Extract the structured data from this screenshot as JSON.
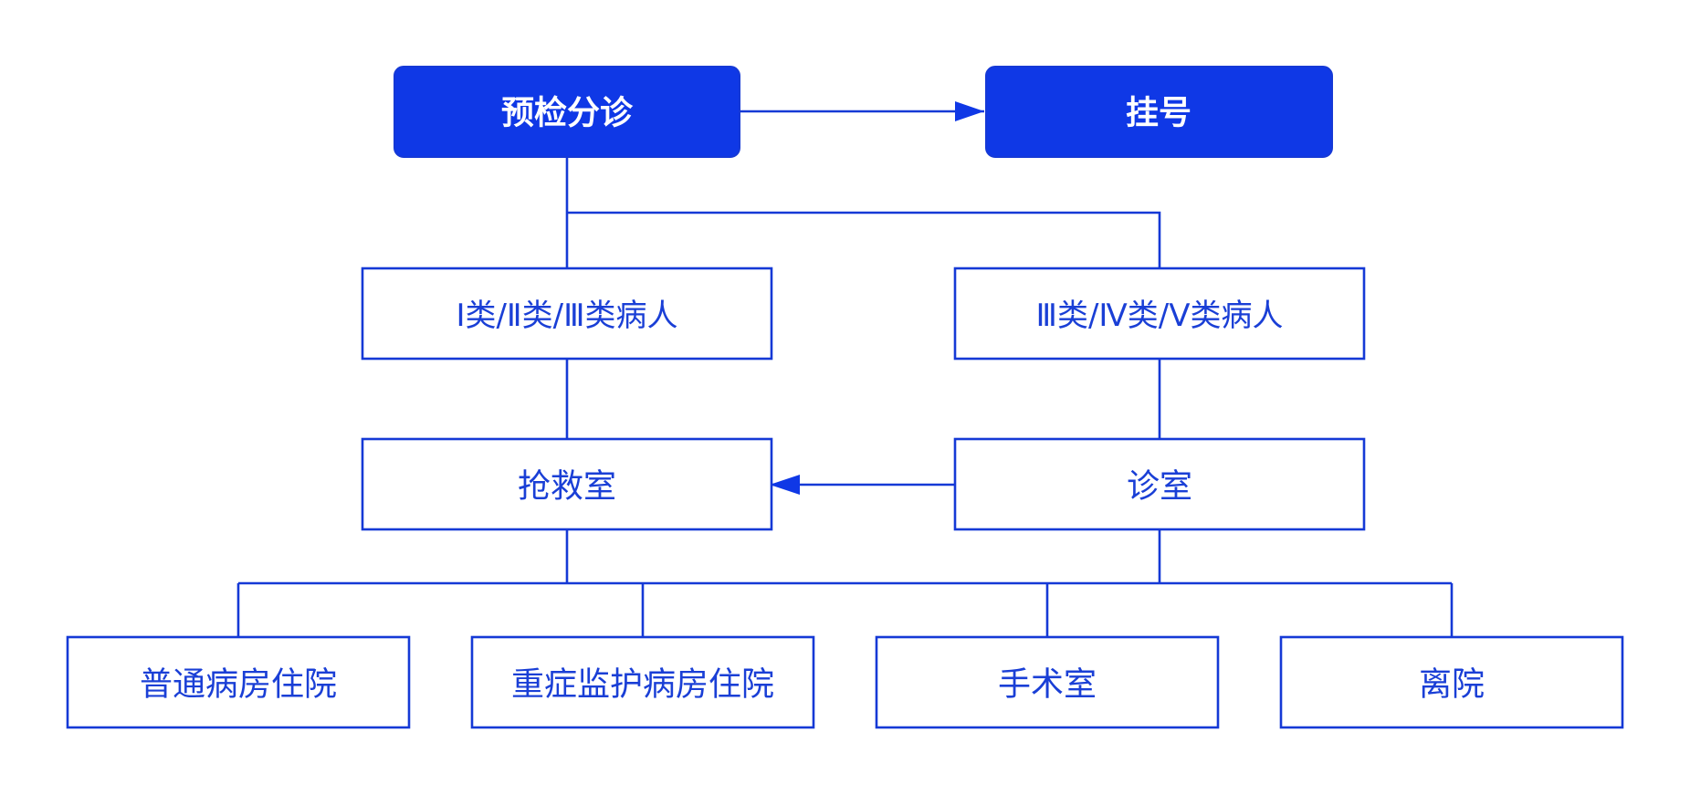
{
  "colors": {
    "primary": "#0f38e6",
    "stroke": "#1539d6",
    "box_fill": "#ffffff",
    "text_on_primary": "#ffffff",
    "text_outline": "#1a3fd6",
    "background": "#ffffff"
  },
  "nodes": {
    "triage": "预检分诊",
    "registration": "挂号",
    "class_1_3": "Ⅰ类/Ⅱ类/Ⅲ类病人",
    "class_3_5": "Ⅲ类/Ⅳ类/Ⅴ类病人",
    "resuscitation": "抢救室",
    "consultation": "诊室",
    "general_ward": "普通病房住院",
    "icu_ward": "重症监护病房住院",
    "operating_room": "手术室",
    "discharge": "离院"
  }
}
